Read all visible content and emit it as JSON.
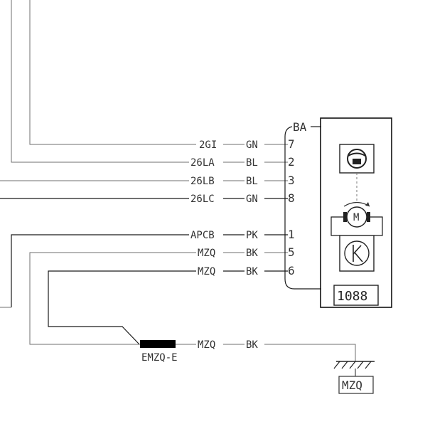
{
  "diagram": {
    "connector_label": "BA",
    "component_id": "1088",
    "motor_label": "M",
    "splice_label": "EMZQ-E",
    "ground_label": "MZQ",
    "ground_wire": {
      "circuit": "MZQ",
      "color": "BK"
    },
    "icons": {
      "top": "steering-wheel-icon",
      "middle": "motor-icon",
      "bottom": "k-module-icon",
      "ground": "ground-icon"
    },
    "wires": [
      {
        "circuit": "2GI",
        "color": "GN",
        "pin": "7"
      },
      {
        "circuit": "26LA",
        "color": "BL",
        "pin": "2"
      },
      {
        "circuit": "26LB",
        "color": "BL",
        "pin": "3"
      },
      {
        "circuit": "26LC",
        "color": "GN",
        "pin": "8"
      },
      {
        "circuit": "APCB",
        "color": "PK",
        "pin": "1"
      },
      {
        "circuit": "MZQ",
        "color": "BK",
        "pin": "5"
      },
      {
        "circuit": "MZQ",
        "color": "BK",
        "pin": "6"
      }
    ]
  }
}
